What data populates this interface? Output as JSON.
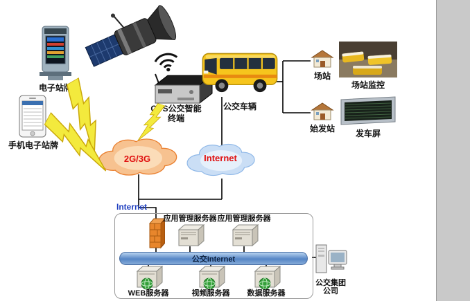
{
  "diagram": {
    "devices": {
      "kiosk": "电子站牌",
      "phone": "手机电子站牌",
      "gps1": "GPS公交智能",
      "gps2": "终端",
      "bus": "公交车辆"
    },
    "right": {
      "depot": "场站",
      "depot_monitor": "场站监控",
      "origin": "始发站",
      "departure_screen": "发车屏"
    },
    "clouds": {
      "mobile": "2G/3G",
      "internet": "Internet"
    },
    "center": {
      "internet_label": "Internet",
      "app_server1": "应用管理服务器",
      "app_server2": "应用管理服务器",
      "backbone": "公交Internet",
      "web": "WEB服务器",
      "video": "视频服务器",
      "data": "数据服务器"
    },
    "company": {
      "l1": "公交集团",
      "l2": "公司"
    },
    "colors": {
      "cloud_mobile_fill": "#f7c290",
      "cloud_mobile_stroke": "#ea8030",
      "cloud_internet_fill": "#cadef5",
      "cloud_internet_stroke": "#8fb8e8",
      "cloud_text_red": "#e01010",
      "internet_text_blue": "#2040c0",
      "lightning_yellow": "#f3ea3d",
      "backbone_blue": "#5585c5",
      "firewall_orange": "#e8862c",
      "bus_yellow": "#f6c51d",
      "page_margin_gray": "#c9c9c9"
    }
  }
}
